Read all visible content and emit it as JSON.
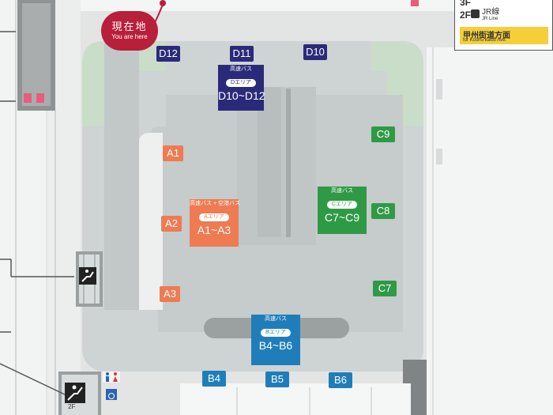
{
  "you_are_here": {
    "jp": "現在地",
    "en": "You are here"
  },
  "legend": {
    "floor_3": "3F",
    "floor_2": "2F",
    "jr_line_jp": "JR線",
    "jr_line_en": "JR Line",
    "direction_jp": "甲州街道方面",
    "direction_en": "for Koshu-kaido Ave."
  },
  "gates": {
    "d10": "D10",
    "d11": "D11",
    "d12": "D12",
    "a1": "A1",
    "a2": "A2",
    "a3": "A3",
    "c7": "C7",
    "c8": "C8",
    "c9": "C9",
    "b4": "B4",
    "b5": "B5",
    "b6": "B6"
  },
  "area_signs": {
    "d": {
      "header": "高速バス",
      "pill": "Dエリア",
      "range": "D10~D12"
    },
    "a": {
      "header": "高速バス + 空港バス",
      "pill": "Aエリア",
      "range": "A1~A3"
    },
    "c": {
      "header": "高速バス",
      "pill": "Cエリア",
      "range": "C7~C9"
    },
    "b": {
      "header": "高速バス",
      "pill": "Bエリア",
      "range": "B4~B6"
    }
  },
  "misc": {
    "floor_2_label": "2F"
  },
  "colors": {
    "area_d": "#2b2a7a",
    "area_a": "#ee7b52",
    "area_c": "#2f9a45",
    "area_b": "#1f7dba",
    "you_are_here": "#b81f3a",
    "legend_direction": "#f4cf3a"
  }
}
